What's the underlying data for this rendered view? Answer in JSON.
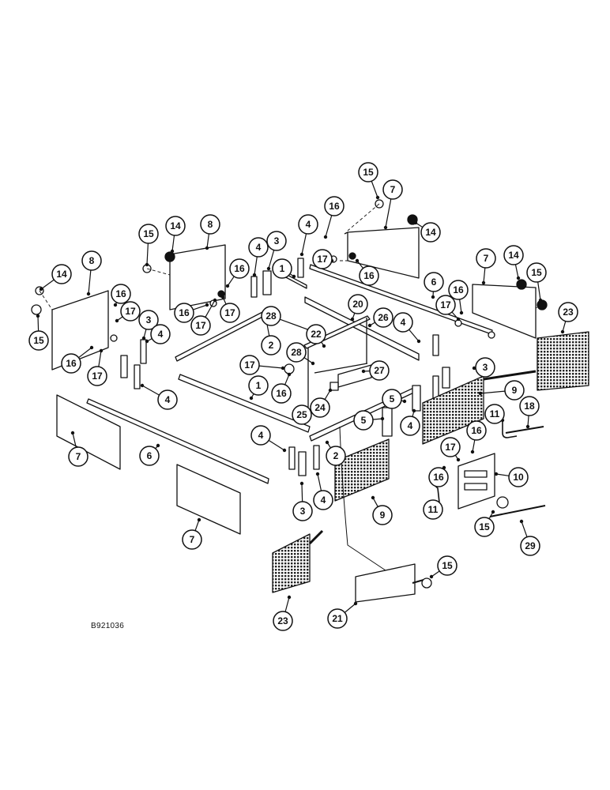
{
  "drawing_code": "B921036",
  "callouts": [
    {
      "num": "15"
    },
    {
      "num": "7"
    },
    {
      "num": "16"
    },
    {
      "num": "14"
    },
    {
      "num": "4"
    },
    {
      "num": "17"
    },
    {
      "num": "16"
    },
    {
      "num": "15"
    },
    {
      "num": "14"
    },
    {
      "num": "8"
    },
    {
      "num": "4"
    },
    {
      "num": "3"
    },
    {
      "num": "16"
    },
    {
      "num": "16"
    },
    {
      "num": "17"
    },
    {
      "num": "17"
    },
    {
      "num": "7"
    },
    {
      "num": "14"
    },
    {
      "num": "15"
    },
    {
      "num": "1"
    },
    {
      "num": "6"
    },
    {
      "num": "16"
    },
    {
      "num": "17"
    },
    {
      "num": "23"
    },
    {
      "num": "14"
    },
    {
      "num": "8"
    },
    {
      "num": "16"
    },
    {
      "num": "17"
    },
    {
      "num": "15"
    },
    {
      "num": "16"
    },
    {
      "num": "17"
    },
    {
      "num": "3"
    },
    {
      "num": "4"
    },
    {
      "num": "4"
    },
    {
      "num": "20"
    },
    {
      "num": "28"
    },
    {
      "num": "26"
    },
    {
      "num": "22"
    },
    {
      "num": "2"
    },
    {
      "num": "4"
    },
    {
      "num": "28"
    },
    {
      "num": "17"
    },
    {
      "num": "16"
    },
    {
      "num": "27"
    },
    {
      "num": "24"
    },
    {
      "num": "25"
    },
    {
      "num": "3"
    },
    {
      "num": "9"
    },
    {
      "num": "1"
    },
    {
      "num": "5"
    },
    {
      "num": "5"
    },
    {
      "num": "4"
    },
    {
      "num": "11"
    },
    {
      "num": "18"
    },
    {
      "num": "7"
    },
    {
      "num": "6"
    },
    {
      "num": "4"
    },
    {
      "num": "2"
    },
    {
      "num": "17"
    },
    {
      "num": "16"
    },
    {
      "num": "16"
    },
    {
      "num": "10"
    },
    {
      "num": "7"
    },
    {
      "num": "3"
    },
    {
      "num": "4"
    },
    {
      "num": "9"
    },
    {
      "num": "11"
    },
    {
      "num": "15"
    },
    {
      "num": "29"
    },
    {
      "num": "23"
    },
    {
      "num": "15"
    },
    {
      "num": "21"
    }
  ]
}
